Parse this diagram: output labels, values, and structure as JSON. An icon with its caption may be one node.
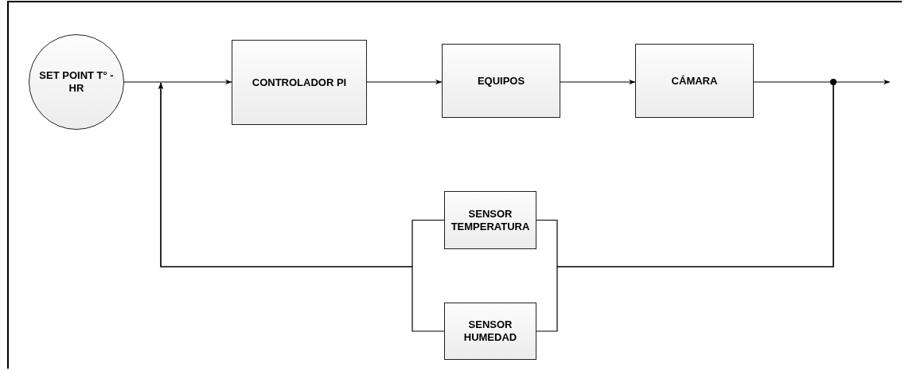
{
  "diagram": {
    "nodes": [
      {
        "text": [
          "SET POINT T° - HR"
        ]
      },
      {
        "text": [
          "CONTROLADOR PI"
        ]
      },
      {
        "text": [
          "EQUIPOS"
        ]
      },
      {
        "text": [
          "CÁMARA"
        ]
      },
      {
        "text": [],
        "shape": "circle"
      },
      {
        "text": [
          "SENSOR TEMPERATURA"
        ]
      },
      {
        "text": [
          "SENSOR HUMEDAD"
        ]
      }
    ],
    "edges": [
      {
        "from": 0,
        "to": 1,
        "arrow": "to"
      },
      {
        "from": 1,
        "to": 2,
        "arrow": "to"
      },
      {
        "from": 2,
        "to": 3,
        "arrow": "to"
      },
      {
        "from": 3,
        "to": 4,
        "arrow": "none"
      },
      {
        "from": 4,
        "to": null,
        "arrow": "to"
      },
      {
        "from": 4,
        "to": 5,
        "arrow": "none"
      },
      {
        "from": 4,
        "to": 6,
        "arrow": "none"
      },
      {
        "from": 5,
        "to": null,
        "arrow": "to"
      },
      {
        "from": 6,
        "to": null,
        "arrow": "to"
      }
    ]
  }
}
